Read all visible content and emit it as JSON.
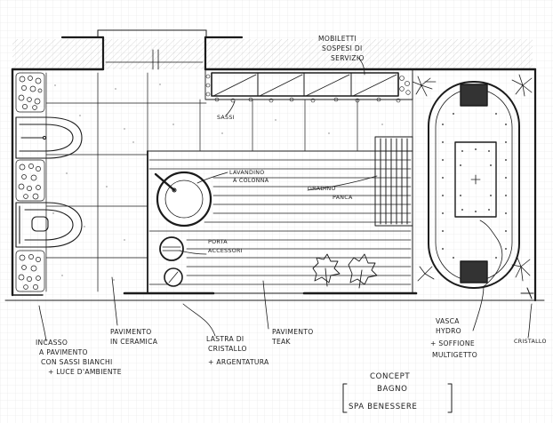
{
  "labels": {
    "mobiletti": [
      "MOBILETTI",
      "SOSPESI DI",
      "SERVIZIO"
    ],
    "sassi": "SASSI",
    "lavandino": [
      "LAVANDINO",
      "A COLONNA"
    ],
    "gradino": [
      "GRADINO",
      "PANCA"
    ],
    "porta_accessori": [
      "PORTA",
      "ACCESSORI"
    ],
    "incasso": [
      "INCASSO",
      "A PAVIMENTO",
      "CON SASSI BIANCHI",
      "+ LUCE D'AMBIENTE"
    ],
    "pavimento_ceramica": [
      "PAVIMENTO",
      "IN CERAMICA"
    ],
    "lastra": [
      "LASTRA DI",
      "CRISTALLO",
      "+ ARGENTATURA"
    ],
    "pavimento_teak": [
      "PAVIMENTO",
      "TEAK"
    ],
    "vasca": [
      "VASCA",
      "HYDRO",
      "+ SOFFIONE",
      "MULTIGETTO"
    ],
    "cristallo": "CRISTALLO"
  },
  "title": [
    "CONCEPT",
    "BAGNO",
    "SPA BENESSERE"
  ],
  "colors": {
    "ink": "#1b1b1b",
    "paper": "#ffffff",
    "grid": "#e4e4e4"
  }
}
